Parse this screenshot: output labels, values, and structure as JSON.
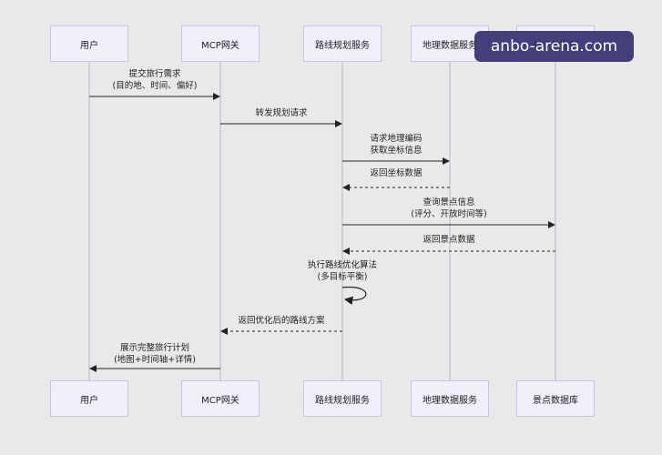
{
  "participants": [
    {
      "id": "user",
      "label": "用户"
    },
    {
      "id": "gateway",
      "label": "MCP网关"
    },
    {
      "id": "route",
      "label": "路线规划服务"
    },
    {
      "id": "geo",
      "label": "地理数据服务"
    },
    {
      "id": "poi",
      "label": "景点数据库"
    }
  ],
  "messages": [
    {
      "from": "user",
      "to": "gateway",
      "style": "solid",
      "lines": [
        "提交旅行需求",
        "(目的地、时间、偏好)"
      ]
    },
    {
      "from": "gateway",
      "to": "route",
      "style": "solid",
      "lines": [
        "转发规划请求"
      ]
    },
    {
      "from": "route",
      "to": "geo",
      "style": "solid",
      "lines": [
        "请求地理编码",
        "获取坐标信息"
      ]
    },
    {
      "from": "geo",
      "to": "route",
      "style": "dashed",
      "lines": [
        "返回坐标数据"
      ]
    },
    {
      "from": "route",
      "to": "poi",
      "style": "solid",
      "lines": [
        "查询景点信息",
        "(评分、开放时间等)"
      ]
    },
    {
      "from": "poi",
      "to": "route",
      "style": "dashed",
      "lines": [
        "返回景点数据"
      ]
    },
    {
      "from": "route",
      "to": "route",
      "style": "self",
      "lines": [
        "执行路线优化算法",
        "(多目标平衡)"
      ]
    },
    {
      "from": "route",
      "to": "gateway",
      "style": "dashed",
      "lines": [
        "返回优化后的路线方案"
      ]
    },
    {
      "from": "gateway",
      "to": "user",
      "style": "solid",
      "lines": [
        "展示完整旅行计划",
        "(地图+时间轴+详情)"
      ]
    }
  ],
  "watermark": "anbo-arena.com",
  "colors": {
    "background": "#e9e9e9",
    "participant_fill": "#f1eff9",
    "participant_border": "#c9c5e6",
    "lifeline": "#b9b7cc",
    "arrow": "#222222"
  }
}
